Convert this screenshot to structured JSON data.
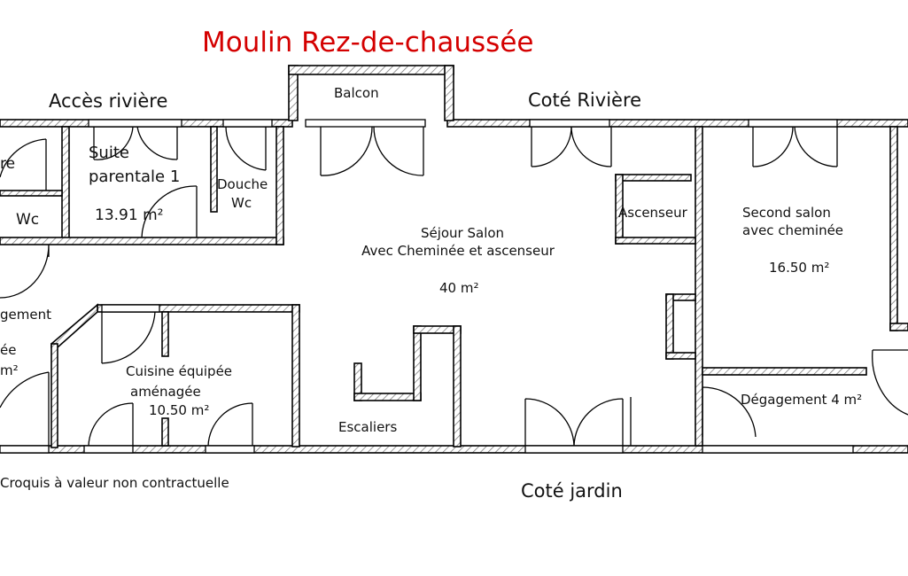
{
  "title": "Moulin Rez-de-chaussée",
  "orientation": {
    "top_left": "Accès rivière",
    "top_right": "Coté Rivière",
    "bottom": "Coté jardin"
  },
  "disclaimer": "Croquis à valeur non contractuelle",
  "rooms": {
    "chambre_partial": "re",
    "wc": "Wc",
    "suite_line1": "Suite",
    "suite_line2": "parentale 1",
    "suite_area": "13.91 m²",
    "douche_line1": "Douche",
    "douche_line2": "Wc",
    "balcon": "Balcon",
    "sejour_line1": "Séjour Salon",
    "sejour_line2": "Avec Cheminée et ascenseur",
    "sejour_area": "40 m²",
    "ascenseur": "Ascenseur",
    "second_line1": "Second salon",
    "second_line2": "avec cheminée",
    "second_area": "16.50 m²",
    "degagement_left": "gement",
    "entree_partial1": "ée",
    "entree_partial2": "m²",
    "cuisine_line1": "Cuisine équipée",
    "cuisine_line2": "aménagée",
    "cuisine_area": "10.50 m²",
    "escaliers": "Escaliers",
    "degagement_right": "Dégagement 4 m²"
  }
}
